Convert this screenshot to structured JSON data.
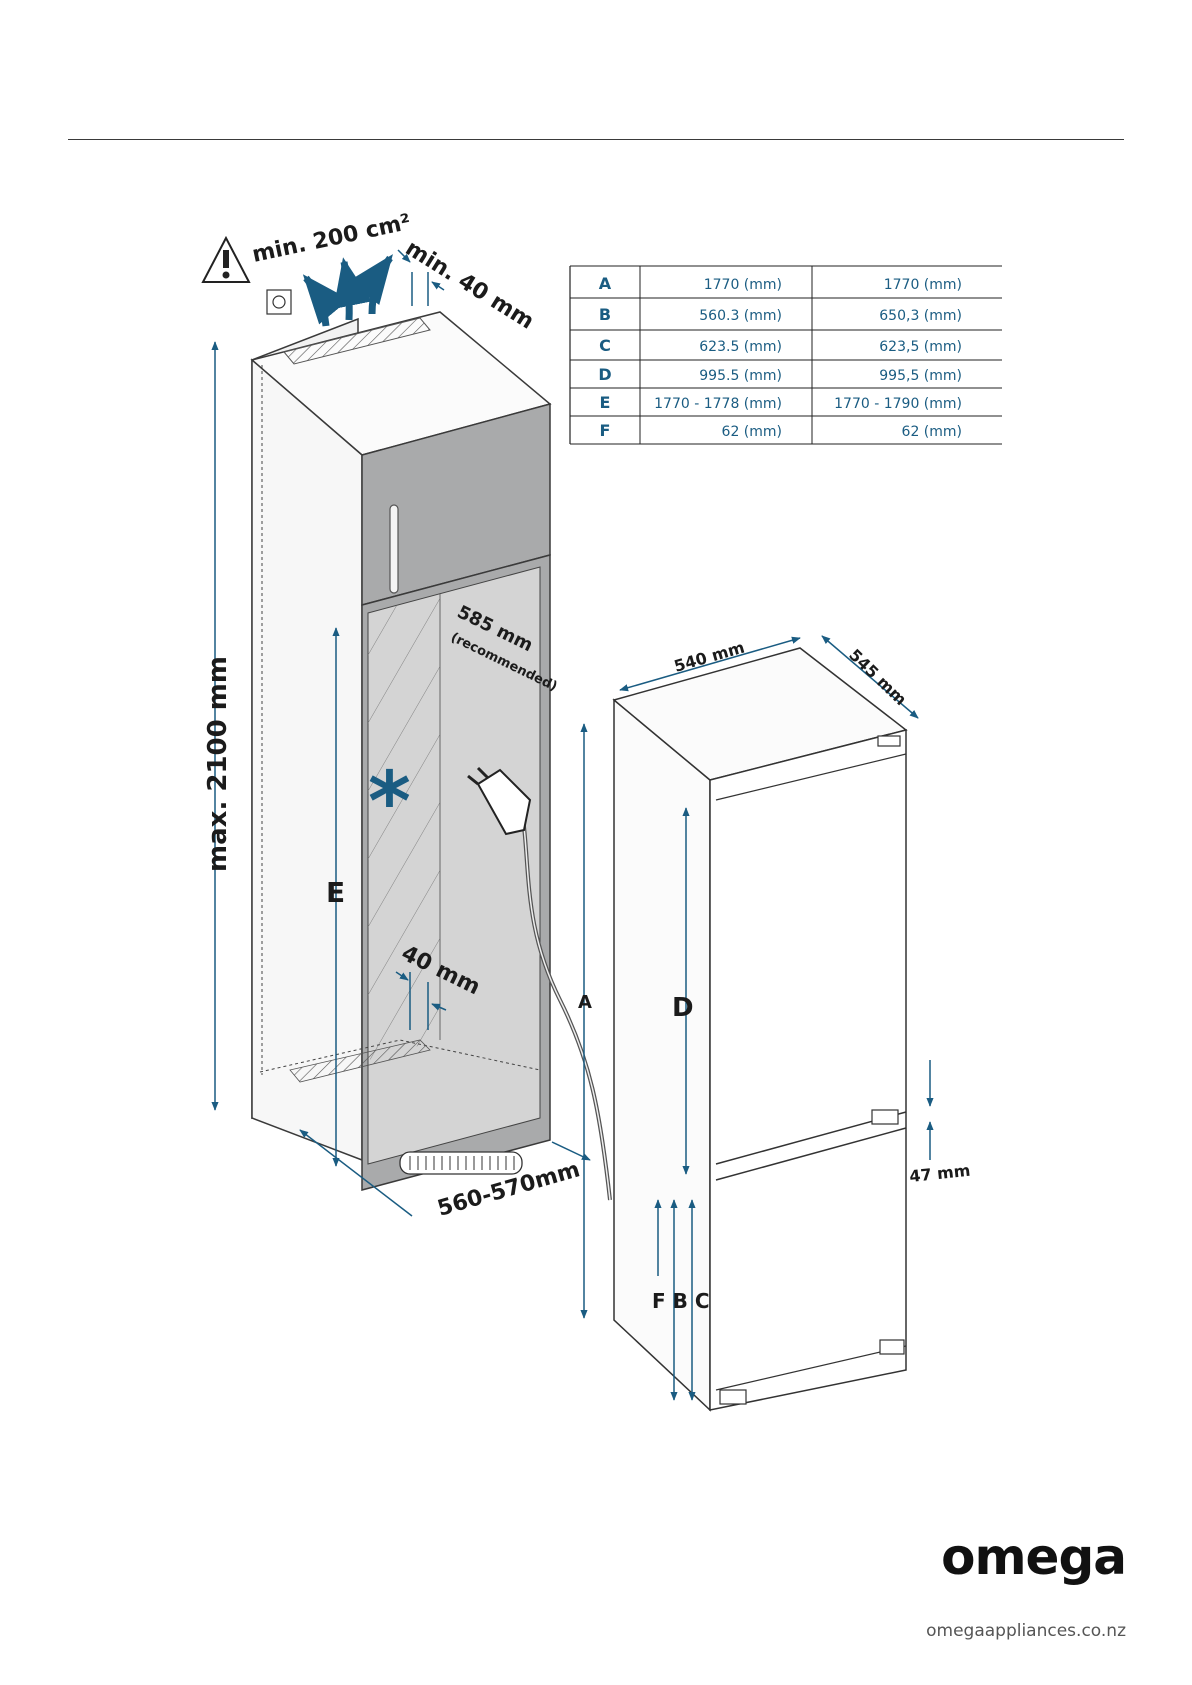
{
  "labels": {
    "vent_area": "min. 200 cm²",
    "top_gap": "min. 40 mm",
    "max_height": "max. 2100 mm",
    "recommended_value": "585 mm",
    "recommended_note": "(recommended)",
    "bottom_gap": "40 mm",
    "niche_width": "560-570mm",
    "fridge_width": "540 mm",
    "fridge_depth": "545 mm",
    "door_gap": "47 mm",
    "dim_A": "A",
    "dim_D": "D",
    "dim_E": "E",
    "dim_FBC": "F B C",
    "asterisk": "*"
  },
  "dimension_table": {
    "rows": [
      {
        "letter": "A",
        "model_1": "1770 (mm)",
        "model_2": "1770 (mm)"
      },
      {
        "letter": "B",
        "model_1": "560.3 (mm)",
        "model_2": "650,3 (mm)"
      },
      {
        "letter": "C",
        "model_1": "623.5 (mm)",
        "model_2": "623,5 (mm)"
      },
      {
        "letter": "D",
        "model_1": "995.5 (mm)",
        "model_2": "995,5 (mm)"
      },
      {
        "letter": "E",
        "model_1": "1770 - 1778 (mm)",
        "model_2": "1770 - 1790 (mm)"
      },
      {
        "letter": "F",
        "model_1": "62 (mm)",
        "model_2": "62 (mm)"
      }
    ]
  },
  "brand": {
    "logo": "omega",
    "url": "omegaappliances.co.nz"
  },
  "colors": {
    "dimension_blue": "#1a5c82",
    "door_panel_grey": "#a9aaab",
    "niche_grey": "#d4d4d4"
  }
}
